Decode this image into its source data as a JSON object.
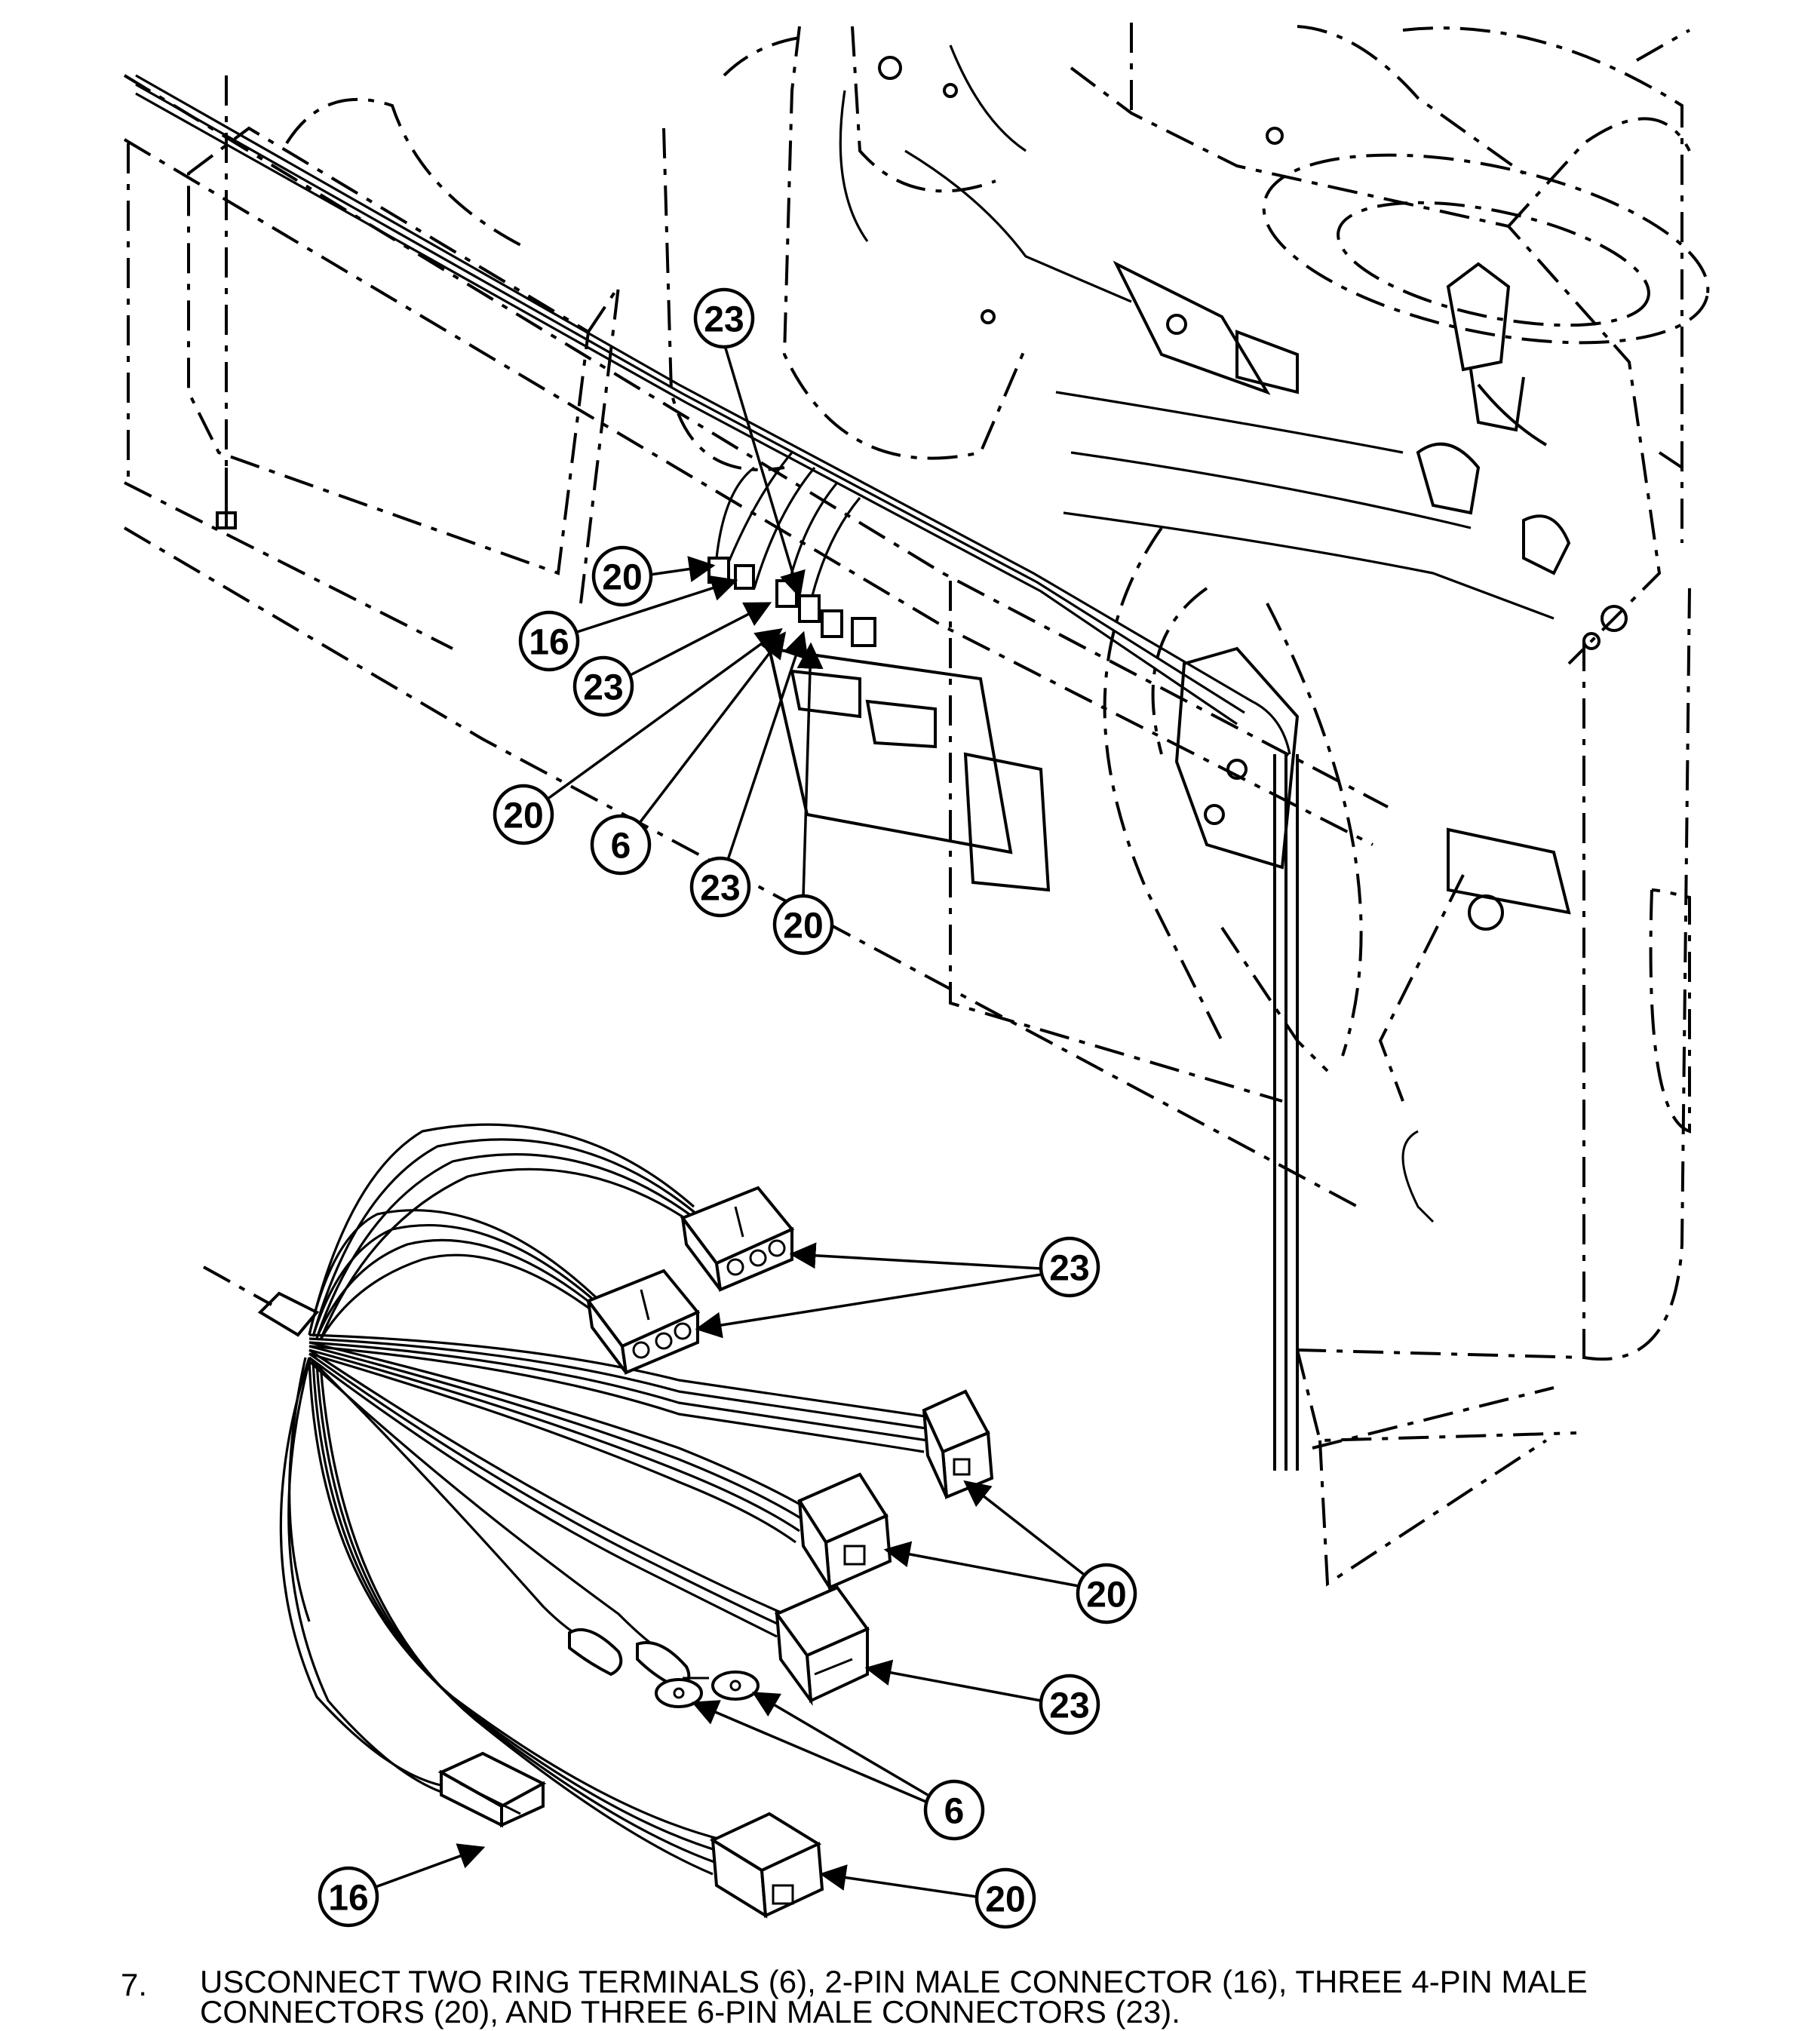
{
  "callouts": {
    "c1": "23",
    "c2": "20",
    "c3": "16",
    "c4": "23",
    "c5": "20",
    "c6": "6",
    "c7": "23",
    "c8": "20",
    "c9": "23",
    "c10": "20",
    "c11": "23",
    "c12": "6",
    "c13": "16",
    "c14": "20"
  },
  "instruction": {
    "number": "7.",
    "text": "USCONNECT TWO RING TERMINALS (6), 2-PIN MALE CONNECTOR (16), THREE 4-PIN MALE\nCONNECTORS (20), AND THREE 6-PIN MALE CONNECTORS (23)."
  }
}
